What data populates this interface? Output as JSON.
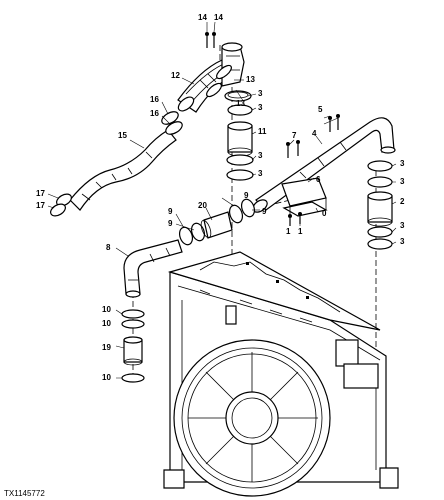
{
  "figure_ref": "TX1145772",
  "callouts": {
    "c1a": "1",
    "c1b": "1",
    "c2": "2",
    "c3a": "3",
    "c3b": "3",
    "c3c": "3",
    "c3d": "3",
    "c3e": "3",
    "c3f": "3",
    "c3g": "3",
    "c4": "4",
    "c5": "5",
    "c6": "6",
    "c7": "7",
    "c8": "8",
    "c9a": "9",
    "c9b": "9",
    "c9c": "9",
    "c9d": "9",
    "c10a": "10",
    "c10b": "10",
    "c10c": "10",
    "c11": "11",
    "c12": "12",
    "c13a": "13",
    "c13b": "13",
    "c14a": "14",
    "c14b": "14",
    "c15": "15",
    "c16a": "16",
    "c16b": "16",
    "c17a": "17",
    "c17b": "17",
    "c19": "19",
    "c20": "20",
    "c0": "0"
  }
}
